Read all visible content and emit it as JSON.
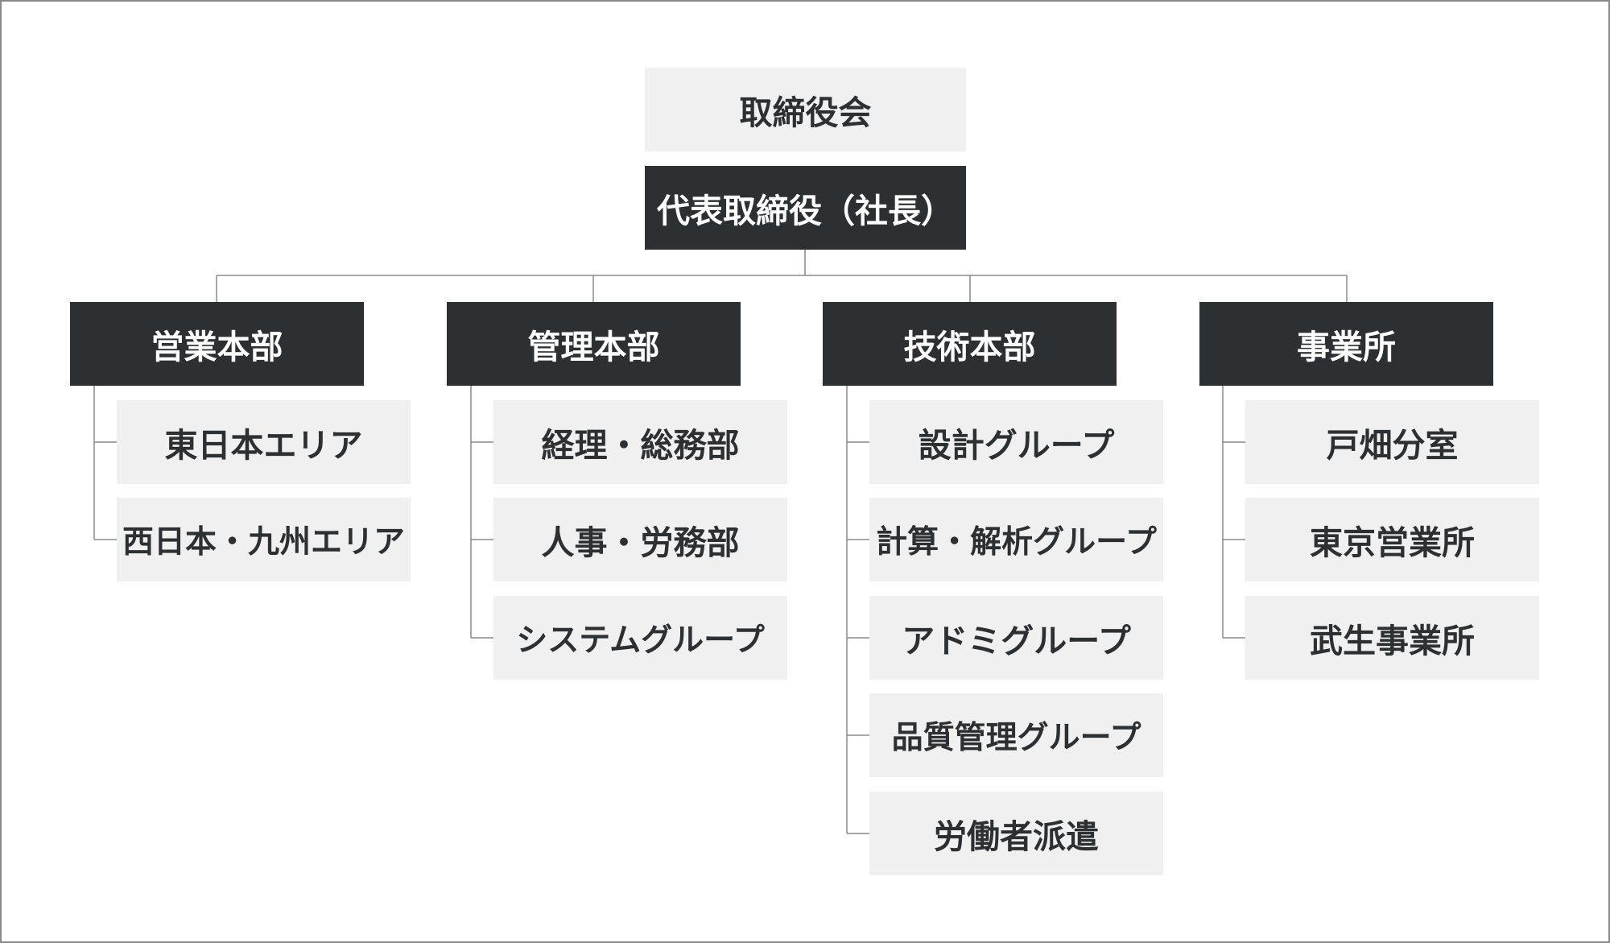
{
  "board": "取締役会",
  "ceo": "代表取締役（社長）",
  "divisions": [
    {
      "name": "営業本部",
      "units": [
        "東日本エリア",
        "西日本・九州エリア"
      ]
    },
    {
      "name": "管理本部",
      "units": [
        "経理・総務部",
        "人事・労務部",
        "システムグループ"
      ]
    },
    {
      "name": "技術本部",
      "units": [
        "設計グループ",
        "計算・解析グループ",
        "アドミグループ",
        "品質管理グループ",
        "労働者派遣"
      ]
    },
    {
      "name": "事業所",
      "units": [
        "戸畑分室",
        "東京営業所",
        "武生事業所"
      ]
    }
  ],
  "colors": {
    "dark_box": "#2d3033",
    "light_box": "#f0f0f0",
    "connector": "#8a8a8a",
    "border": "#8a8a8a"
  }
}
